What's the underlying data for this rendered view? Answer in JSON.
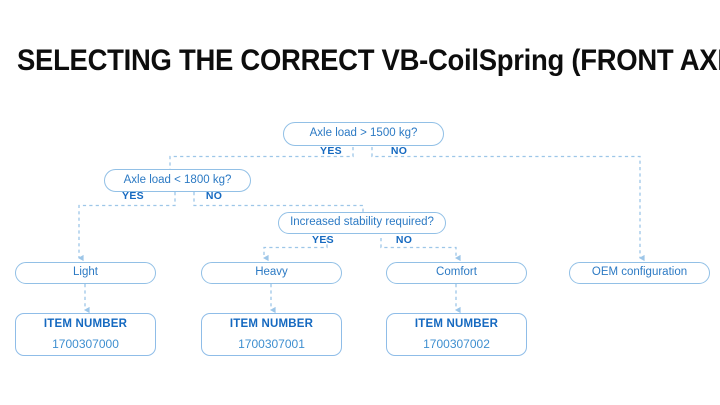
{
  "page": {
    "title": "SELECTING THE CORRECT VB-CoilSpring (FRONT AXLE)",
    "background_color": "#ffffff",
    "title_color": "#0d0d0d"
  },
  "theme": {
    "node_border_color": "#92c0e6",
    "node_text_color": "#2c7ac4",
    "label_color": "#1569c0",
    "connector_color": "#9dc6e8",
    "item_value_color": "#3f8fd0"
  },
  "flowchart": {
    "type": "decision-tree",
    "decisions": [
      {
        "id": "axle-load-1500",
        "question": "Axle load > 1500 kg?",
        "yes_label": "YES",
        "no_label": "NO",
        "yes_target": "axle-load-1800",
        "no_target": "oem-configuration"
      },
      {
        "id": "axle-load-1800",
        "question": "Axle load < 1800 kg?",
        "yes_label": "YES",
        "no_label": "NO",
        "yes_target": "light",
        "no_target": "increased-stability"
      },
      {
        "id": "increased-stability",
        "question": "Increased stability required?",
        "yes_label": "YES",
        "no_label": "NO",
        "yes_target": "heavy",
        "no_target": "comfort"
      }
    ],
    "results": [
      {
        "id": "light",
        "label": "Light"
      },
      {
        "id": "heavy",
        "label": "Heavy"
      },
      {
        "id": "comfort",
        "label": "Comfort"
      },
      {
        "id": "oem-configuration",
        "label": "OEM configuration"
      }
    ],
    "item_numbers": [
      {
        "for": "light",
        "title": "ITEM NUMBER",
        "value": "1700307000"
      },
      {
        "for": "heavy",
        "title": "ITEM NUMBER",
        "value": "1700307001"
      },
      {
        "for": "comfort",
        "title": "ITEM NUMBER",
        "value": "1700307002"
      }
    ]
  }
}
